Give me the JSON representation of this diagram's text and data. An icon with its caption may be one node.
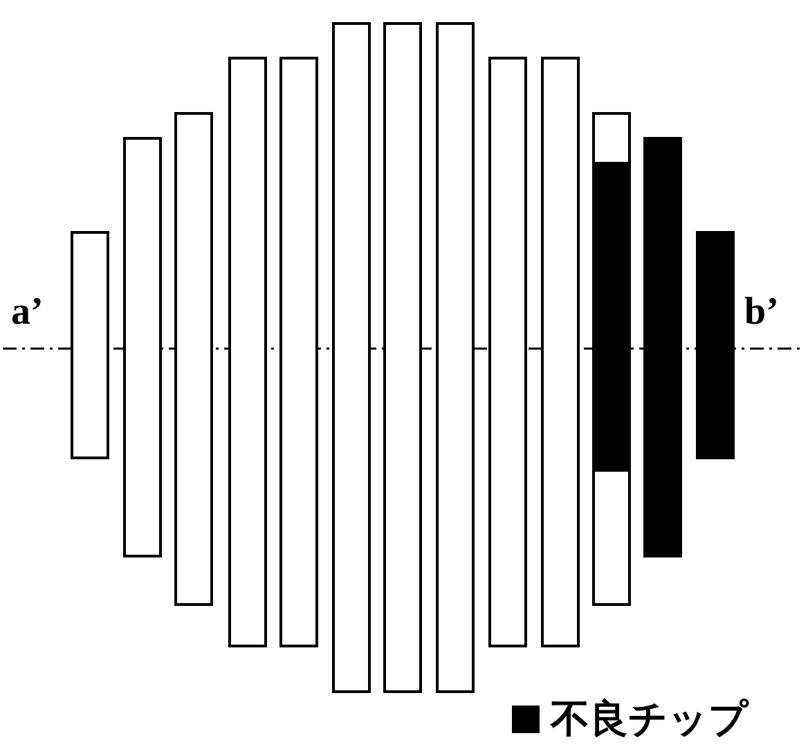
{
  "diagram": {
    "labels": [
      "a’",
      "b’"
    ],
    "legend": [
      {
        "text": "不良チップ",
        "color": "#000000"
      }
    ]
  }
}
